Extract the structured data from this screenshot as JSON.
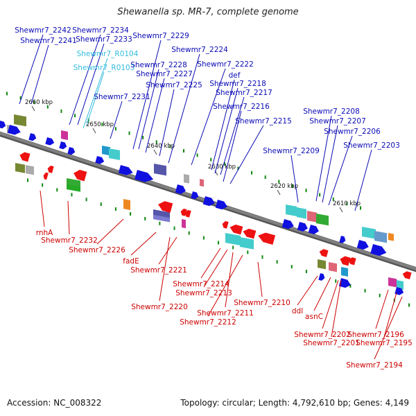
{
  "title": "Shewanella sp. MR-7, complete genome",
  "footer": {
    "accession": "Accession: NC_008322",
    "summary": "Topology: circular; Length: 4,792,610 bp; Genes: 4,149"
  },
  "colors": {
    "forward_label": "#0a0ab4",
    "reverse_label": "#cc0000",
    "rna_label": "#33bbdd",
    "backbone": "#808080",
    "forward_arrow": "#1010e0",
    "reverse_arrow": "#ee1111",
    "tick_mark": "#118811"
  },
  "scale_ticks": [
    "2660 kbp",
    "2650 kbp",
    "2640 kbp",
    "2630 kbp",
    "2620 kbp",
    "2610 kbp"
  ],
  "forward_labels": [
    "Shewmr7_2242",
    "Shewmr7_2241",
    "Shewmr7_2234",
    "Shewmr7_2233",
    "Shewmr7_R0104",
    "Shewmr7_R0103",
    "Shewmr7_2229",
    "Shewmr7_2224",
    "Shewmr7_2228",
    "Shewmr7_2227",
    "Shewmr7_2225",
    "Shewmr7_2231",
    "Shewmr7_2222",
    "def",
    "Shewmr7_2218",
    "Shewmr7_2217",
    "Shewmr7_2216",
    "Shewmr7_2215",
    "Shewmr7_2208",
    "Shewmr7_2207",
    "Shewmr7_2206",
    "Shewmr7_2209",
    "Shewmr7_2203"
  ],
  "reverse_labels": [
    "rnhA",
    "Shewmr7_2232",
    "Shewmr7_2226",
    "fadE",
    "Shewmr7_2221",
    "Shewmr7_2214",
    "Shewmr7_2213",
    "Shewmr7_2220",
    "Shewmr7_2211",
    "Shewmr7_2212",
    "Shewmr7_2210",
    "ddl",
    "asnC",
    "Shewmr7_2202",
    "Shewmr7_2201",
    "Shewmr7_2196",
    "Shewmr7_2195",
    "Shewmr7_2194"
  ]
}
